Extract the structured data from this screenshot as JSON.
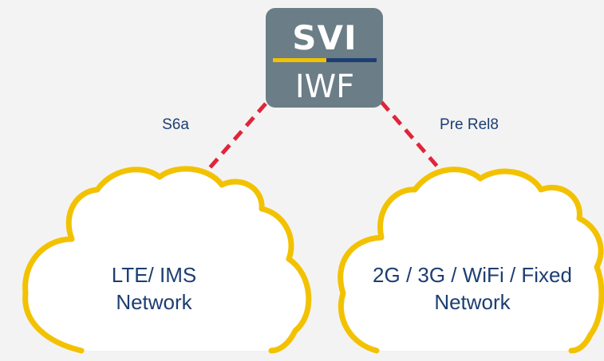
{
  "diagram": {
    "node": {
      "brand": "SVI",
      "product": "IWF",
      "fill_color": "#6b7d86",
      "brand_stripe_left": "#f2c200",
      "brand_stripe_right": "#1c3e73"
    },
    "links": {
      "left_label": "S6a",
      "right_label": "Pre Rel8",
      "dash_color": "#e0253a"
    },
    "clouds": {
      "left": {
        "line1": "LTE/ IMS",
        "line2": "Network"
      },
      "right": {
        "line1": "2G / 3G / WiFi / Fixed",
        "line2": "Network"
      },
      "outline_color": "#f2c200",
      "fill_color": "#ffffff"
    },
    "text_color": "#1c3e73",
    "background": "#f4f3f3"
  }
}
